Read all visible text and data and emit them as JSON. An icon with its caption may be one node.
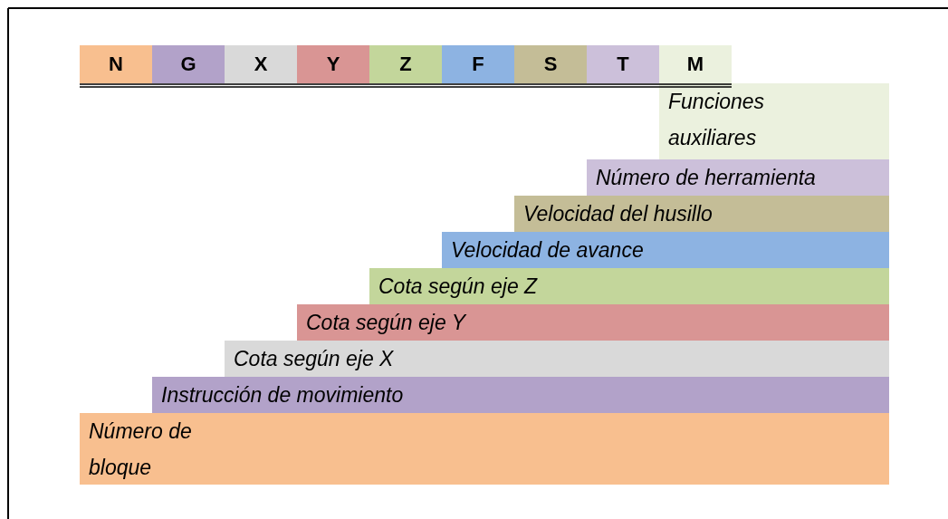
{
  "diagram": {
    "nodes": [
      {
        "text": [
          "N"
        ]
      },
      {
        "text": [
          "G"
        ]
      },
      {
        "text": [
          "X"
        ]
      },
      {
        "text": [
          "Y"
        ]
      },
      {
        "text": [
          "Z"
        ]
      },
      {
        "text": [
          "F"
        ]
      },
      {
        "text": [
          "S"
        ]
      },
      {
        "text": [
          "T"
        ]
      },
      {
        "text": [
          "M"
        ]
      },
      {
        "text": [
          "Funciones auxiliares"
        ]
      },
      {
        "text": [
          "Número de herramienta"
        ]
      },
      {
        "text": [
          "Velocidad del husillo"
        ]
      },
      {
        "text": [
          "Velocidad de avance"
        ]
      },
      {
        "text": [
          "Cota según eje Z"
        ]
      },
      {
        "text": [
          "Cota según eje Y"
        ]
      },
      {
        "text": [
          "Cota según eje X"
        ]
      },
      {
        "text": [
          "Instrucción de movimiento"
        ]
      },
      {
        "text": [
          "Número de bloque"
        ]
      }
    ]
  }
}
